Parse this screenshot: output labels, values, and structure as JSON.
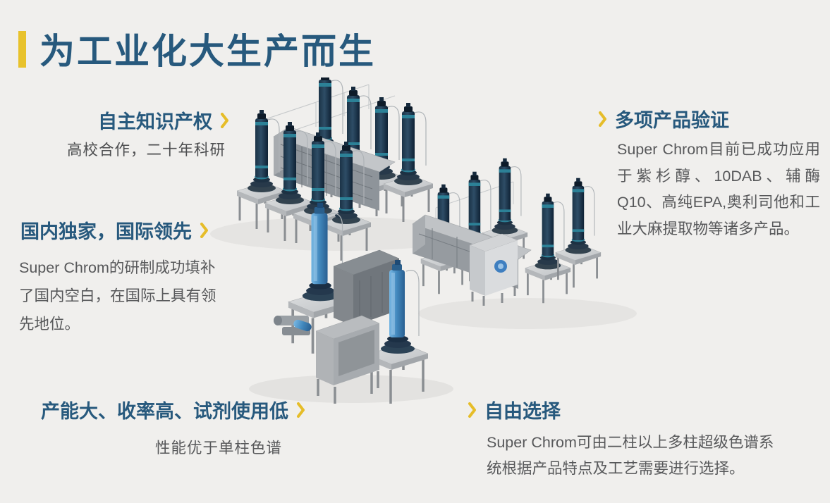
{
  "colors": {
    "background": "#f0efed",
    "heading_teal": "#27597d",
    "accent_gold": "#e8c22c",
    "body_gray": "#57585a",
    "column_navy": "#1b3347",
    "column_teal_band": "#2c7f95",
    "column_blue": "#4288bd",
    "cabinet_logo_blue": "#3f7fc0"
  },
  "icons": {
    "chevron_right": "❯"
  },
  "title": {
    "text": "为工业化大生产而生"
  },
  "features": {
    "ip": {
      "heading": "自主知识产权",
      "body": "高校合作，二十年科研"
    },
    "exclusive": {
      "heading": "国内独家，国际领先",
      "body": "Super Chrom的研制成功填补了国内空白，在国际上具有领先地位。"
    },
    "capacity": {
      "heading": "产能大、收率高、试剂使用低",
      "body": "性能优于单柱色谱"
    },
    "validation": {
      "heading": "多项产品验证",
      "body": "Super Chrom目前已成功应用于紫杉醇、10DAB、辅酶Q10、高纯EPA,奥利司他和工业大麻提取物等诸多产品。"
    },
    "choice": {
      "heading": "自由选择",
      "body": "Super Chrom可由二柱以上多柱超级色谱系统根据产品特点及工艺需要进行选择。"
    }
  }
}
